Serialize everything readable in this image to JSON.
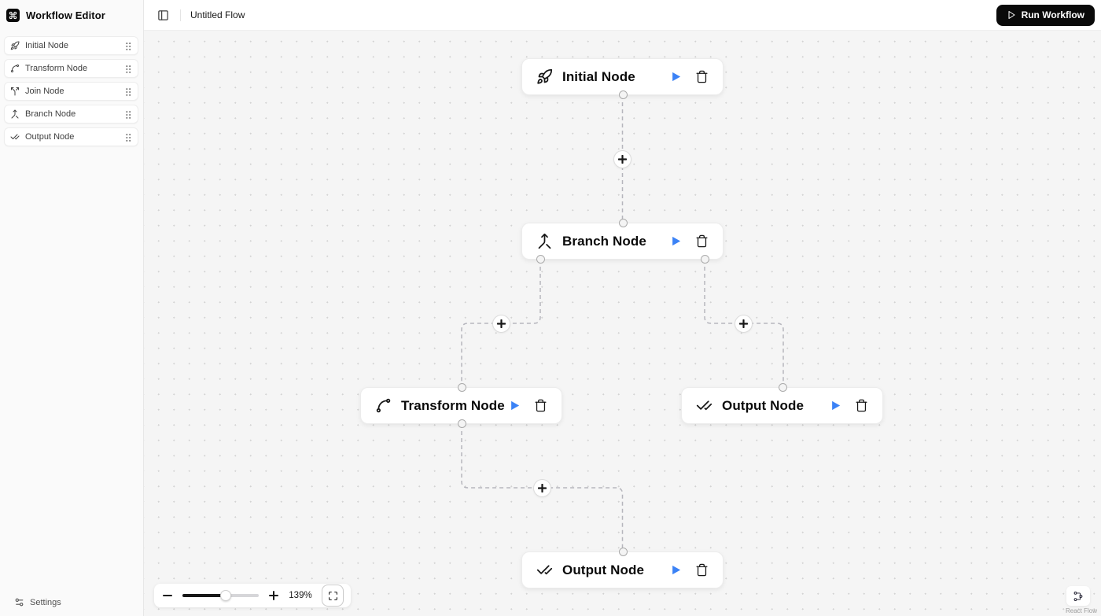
{
  "app": {
    "title": "Workflow Editor",
    "logo_icon": "command-icon"
  },
  "sidebar": {
    "items": [
      {
        "label": "Initial Node",
        "icon": "rocket-icon"
      },
      {
        "label": "Transform Node",
        "icon": "spline-icon"
      },
      {
        "label": "Join Node",
        "icon": "join-icon"
      },
      {
        "label": "Branch Node",
        "icon": "branch-icon"
      },
      {
        "label": "Output Node",
        "icon": "double-check-icon"
      }
    ],
    "settings_label": "Settings"
  },
  "topbar": {
    "panel_toggle_icon": "panel-left-icon",
    "flow_title": "Untitled Flow",
    "run_button_label": "Run Workflow",
    "run_button_icon": "play-icon"
  },
  "canvas": {
    "nodes": [
      {
        "id": "initial",
        "label": "Initial Node",
        "icon": "rocket-icon"
      },
      {
        "id": "branch",
        "label": "Branch Node",
        "icon": "branch-icon"
      },
      {
        "id": "transform",
        "label": "Transform Node",
        "icon": "spline-icon"
      },
      {
        "id": "output-right",
        "label": "Output Node",
        "icon": "double-check-icon"
      },
      {
        "id": "output-bottom",
        "label": "Output Node",
        "icon": "double-check-icon"
      }
    ],
    "edges": [
      {
        "from": "initial",
        "to": "branch",
        "style": "dashed",
        "add_button": true
      },
      {
        "from": "branch",
        "to": "transform",
        "style": "dashed",
        "add_button": true
      },
      {
        "from": "branch",
        "to": "output-right",
        "style": "dashed",
        "add_button": true
      },
      {
        "from": "transform",
        "to": "output-bottom",
        "style": "dashed",
        "add_button": true
      }
    ]
  },
  "controls": {
    "zoom_out_icon": "minus-icon",
    "zoom_in_icon": "plus-icon",
    "zoom_level": "139%",
    "fit_view_icon": "maximize-icon"
  },
  "attribution": {
    "label": "React Flow"
  },
  "colors": {
    "accent_play": "#3b82f6",
    "run_button_bg": "#0a0a0a",
    "canvas_bg": "#f5f5f5",
    "edge": "#b6b6bd",
    "node_bg": "#ffffff"
  }
}
